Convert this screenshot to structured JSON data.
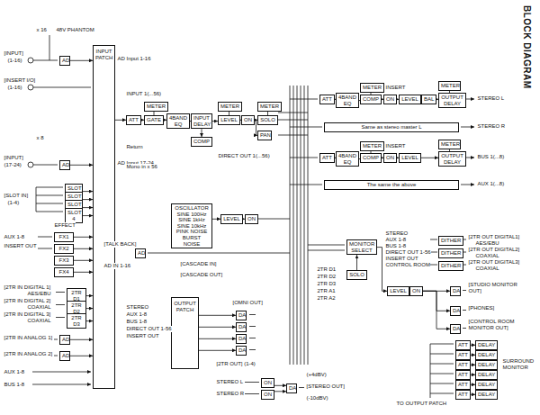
{
  "diagram": {
    "title": "BLOCK DIAGRAM",
    "nodes": [
      {
        "text": [
          "INPUT PATCH"
        ]
      },
      {
        "text": [
          "AD"
        ]
      },
      {
        "text": [
          "AD"
        ]
      },
      {
        "text": [
          "SLOT 1"
        ]
      },
      {
        "text": [
          "SLOT 2"
        ]
      },
      {
        "text": [
          "SLOT 3"
        ]
      },
      {
        "text": [
          "SLOT 4"
        ]
      },
      {
        "text": [
          "FX1"
        ]
      },
      {
        "text": [
          "FX2"
        ]
      },
      {
        "text": [
          "FX3"
        ]
      },
      {
        "text": [
          "FX4"
        ]
      },
      {
        "text": [
          "2TR D1"
        ]
      },
      {
        "text": [
          "2TR D2"
        ]
      },
      {
        "text": [
          "2TR D3"
        ]
      },
      {
        "text": [
          "AD"
        ]
      },
      {
        "text": [
          "AD"
        ]
      },
      {
        "text": [
          "ATT"
        ]
      },
      {
        "text": [
          "GATE"
        ]
      },
      {
        "text": [
          "METER"
        ]
      },
      {
        "text": [
          "4BAND EQ"
        ]
      },
      {
        "text": [
          "INPUT DELAY"
        ]
      },
      {
        "text": [
          "COMP"
        ]
      },
      {
        "text": [
          "METER"
        ]
      },
      {
        "text": [
          "LEVEL"
        ]
      },
      {
        "text": [
          "ON"
        ]
      },
      {
        "text": [
          "METER"
        ]
      },
      {
        "text": [
          "PAN"
        ]
      },
      {
        "text": [
          "SOLO"
        ]
      },
      {
        "text": [
          "METER"
        ]
      },
      {
        "text": [
          "ATT"
        ]
      },
      {
        "text": [
          "4BAND EQ"
        ]
      },
      {
        "text": [
          "COMP"
        ]
      },
      {
        "text": [
          "ON"
        ]
      },
      {
        "text": [
          "LEVEL"
        ]
      },
      {
        "text": [
          "BAL"
        ]
      },
      {
        "text": [
          "OUTPUT DELAY"
        ]
      },
      {
        "text": [
          "METER"
        ]
      },
      {
        "text": [
          "Same as stereo master L"
        ]
      },
      {
        "text": [
          "ATT"
        ]
      },
      {
        "text": [
          "4BAND EQ"
        ]
      },
      {
        "text": [
          "COMP"
        ]
      },
      {
        "text": [
          "METER"
        ]
      },
      {
        "text": [
          "ON"
        ]
      },
      {
        "text": [
          "LEVEL"
        ]
      },
      {
        "text": [
          "OUTPUT DELAY"
        ]
      },
      {
        "text": [
          "METER"
        ]
      },
      {
        "text": [
          "The same the above"
        ]
      },
      {
        "text": [
          "OSCILLATOR",
          "SINE 100Hz",
          "SINE 1kHz",
          "SINE 10kHz",
          "PINK NOISE",
          "BURST NOISE"
        ]
      },
      {
        "text": [
          "LEVEL"
        ]
      },
      {
        "text": [
          "ON"
        ]
      },
      {
        "text": [
          "AD"
        ]
      },
      {
        "text": [
          "OUTPUT PATCH"
        ]
      },
      {
        "text": [
          "DA"
        ]
      },
      {
        "text": [
          "DA"
        ]
      },
      {
        "text": [
          "DA"
        ]
      },
      {
        "text": [
          "DA"
        ]
      },
      {
        "text": [
          "MONITOR SELECT"
        ]
      },
      {
        "text": [
          "SOLO"
        ]
      },
      {
        "text": [
          "LEVEL"
        ]
      },
      {
        "text": [
          "ON"
        ]
      },
      {
        "text": [
          "DITHER"
        ]
      },
      {
        "text": [
          "DITHER"
        ]
      },
      {
        "text": [
          "DITHER"
        ]
      },
      {
        "text": [
          "DA"
        ]
      },
      {
        "text": [
          "DA"
        ]
      },
      {
        "text": [
          "DA"
        ]
      },
      {
        "text": [
          "ATT"
        ]
      },
      {
        "text": [
          "ATT"
        ]
      },
      {
        "text": [
          "ATT"
        ]
      },
      {
        "text": [
          "ATT"
        ]
      },
      {
        "text": [
          "ATT"
        ]
      },
      {
        "text": [
          "ATT"
        ]
      },
      {
        "text": [
          "DELAY"
        ]
      },
      {
        "text": [
          "DELAY"
        ]
      },
      {
        "text": [
          "DELAY"
        ]
      },
      {
        "text": [
          "DELAY"
        ]
      },
      {
        "text": [
          "DELAY"
        ]
      },
      {
        "text": [
          "DELAY"
        ]
      },
      {
        "text": [
          "ON"
        ]
      },
      {
        "text": [
          "ON"
        ]
      },
      {
        "text": [
          "DA"
        ]
      }
    ],
    "edges": [
      {
        "from": 1,
        "to": 0,
        "arrow": "to"
      },
      {
        "from": 2,
        "to": 0,
        "arrow": "to"
      },
      {
        "from": 3,
        "to": 0,
        "arrow": "to"
      },
      {
        "from": 4,
        "to": 0,
        "arrow": "to"
      },
      {
        "from": 5,
        "to": 0,
        "arrow": "to"
      },
      {
        "from": 6,
        "to": 0,
        "arrow": "to"
      },
      {
        "from": 7,
        "to": 0,
        "arrow": "to"
      },
      {
        "from": 8,
        "to": 0,
        "arrow": "to"
      },
      {
        "from": 9,
        "to": 0,
        "arrow": "to"
      },
      {
        "from": 10,
        "to": 0,
        "arrow": "to"
      },
      {
        "from": 11,
        "to": 0,
        "arrow": "to"
      },
      {
        "from": 12,
        "to": 0,
        "arrow": "to"
      },
      {
        "from": 13,
        "to": 0,
        "arrow": "to"
      },
      {
        "from": 14,
        "to": 0,
        "arrow": "to"
      },
      {
        "from": 15,
        "to": 0,
        "arrow": "to"
      },
      {
        "from": 0,
        "to": 16,
        "arrow": "to"
      },
      {
        "from": 16,
        "to": 17,
        "arrow": "to"
      },
      {
        "from": 17,
        "to": 18,
        "arrow": "none"
      },
      {
        "from": 17,
        "to": 19,
        "arrow": "to"
      },
      {
        "from": 19,
        "to": 20,
        "arrow": "to"
      },
      {
        "from": 20,
        "to": 21,
        "arrow": "to"
      },
      {
        "from": 20,
        "to": 23,
        "arrow": "to"
      },
      {
        "from": 23,
        "to": 22,
        "arrow": "none"
      },
      {
        "from": 23,
        "to": 24,
        "arrow": "to"
      },
      {
        "from": 24,
        "to": 27,
        "arrow": "to"
      },
      {
        "from": 24,
        "to": 26,
        "arrow": "to"
      },
      {
        "from": 27,
        "to": 25,
        "arrow": "none"
      },
      {
        "from": 29,
        "to": 30,
        "arrow": "to"
      },
      {
        "from": 30,
        "to": 31,
        "arrow": "to"
      },
      {
        "from": 31,
        "to": 32,
        "arrow": "to"
      },
      {
        "from": 32,
        "to": 33,
        "arrow": "to"
      },
      {
        "from": 33,
        "to": 34,
        "arrow": "to"
      },
      {
        "from": 34,
        "to": 35,
        "arrow": "to"
      },
      {
        "from": 31,
        "to": 28,
        "arrow": "none"
      },
      {
        "from": 35,
        "to": 36,
        "arrow": "none"
      },
      {
        "from": 38,
        "to": 39,
        "arrow": "to"
      },
      {
        "from": 39,
        "to": 40,
        "arrow": "to"
      },
      {
        "from": 40,
        "to": 41,
        "arrow": "none"
      },
      {
        "from": 40,
        "to": 42,
        "arrow": "to"
      },
      {
        "from": 42,
        "to": 43,
        "arrow": "to"
      },
      {
        "from": 43,
        "to": 44,
        "arrow": "to"
      },
      {
        "from": 44,
        "to": 45,
        "arrow": "none"
      },
      {
        "from": 47,
        "to": 48,
        "arrow": "to"
      },
      {
        "from": 48,
        "to": 49,
        "arrow": "to"
      },
      {
        "from": 57,
        "to": 56,
        "arrow": "to"
      },
      {
        "from": 56,
        "to": 58,
        "arrow": "to"
      },
      {
        "from": 58,
        "to": 59,
        "arrow": "to"
      },
      {
        "from": 59,
        "to": 63,
        "arrow": "to"
      },
      {
        "from": 59,
        "to": 64,
        "arrow": "to"
      },
      {
        "from": 59,
        "to": 65,
        "arrow": "to"
      },
      {
        "from": 51,
        "to": 52,
        "arrow": "to"
      },
      {
        "from": 51,
        "to": 53,
        "arrow": "to"
      },
      {
        "from": 51,
        "to": 54,
        "arrow": "to"
      },
      {
        "from": 51,
        "to": 55,
        "arrow": "to"
      },
      {
        "from": 66,
        "to": 72,
        "arrow": "to"
      },
      {
        "from": 67,
        "to": 73,
        "arrow": "to"
      },
      {
        "from": 68,
        "to": 74,
        "arrow": "to"
      },
      {
        "from": 69,
        "to": 75,
        "arrow": "to"
      },
      {
        "from": 70,
        "to": 76,
        "arrow": "to"
      },
      {
        "from": 71,
        "to": 77,
        "arrow": "to"
      },
      {
        "from": 78,
        "to": 80,
        "arrow": "to"
      },
      {
        "from": 79,
        "to": 80,
        "arrow": "to"
      }
    ],
    "labels": [
      "x 16",
      "48V PHANTOM",
      "[INPUT]",
      "(1-16)",
      "[INSERT I/O]",
      "(1-16)",
      "x 8",
      "[INPUT]",
      "(17-24)",
      "[SLOT IN]",
      "(1-4)",
      "EFFECT",
      "AUX 1-8",
      "INSERT OUT",
      "[2TR IN DIGITAL 1]",
      "AES/EBU",
      "[2TR IN DIGITAL 2]",
      "COAXIAL",
      "[2TR IN DIGITAL 3]",
      "COAXIAL",
      "[2TR IN ANALOG 1]",
      "[2TR IN ANALOG 2]",
      "AUX 1-8",
      "BUS 1-8",
      "AD Input 1-16",
      "AD Input 17-24",
      "INPUT 1(...56)",
      "Return",
      "Mono in x 56",
      "DIRECT OUT 1(...56)",
      "INSERT",
      "STEREO L",
      "STEREO R",
      "INSERT",
      "BUS 1(...8)",
      "AUX 1(...8)",
      "[TALK BACK]",
      "AD IN 1-16",
      "[CASCADE IN]",
      "[CASCADE OUT]",
      "STEREO",
      "AUX 1-8",
      "BUS 1-8",
      "DIRECT OUT 1-56",
      "INSERT OUT",
      "CONTROL ROOM",
      "[2TR OUT DIGITAL1]",
      "AES/EBU",
      "[2TR OUT DIGITAL2]",
      "COAXIAL",
      "[2TR OUT DIGITAL3]",
      "COAXIAL",
      "[STUDIO MONITOR OUT]",
      "[PHONES]",
      "[CONTROL ROOM MONITOR OUT]",
      "2TR D1",
      "2TR D2",
      "2TR D3",
      "2TR A1",
      "2TR A2",
      "SURROUND MONITOR",
      "STEREO",
      "AUX 1-8",
      "BUS 1-8",
      "DIRECT OUT 1-56",
      "INSERT OUT",
      "[OMNI OUT]",
      "[2TR OUT] (1-4)",
      "STEREO L",
      "STEREO R",
      "(+4dBV)",
      "[STEREO OUT]",
      "(-10dBV)",
      "TO OUTPUT PATCH"
    ]
  }
}
